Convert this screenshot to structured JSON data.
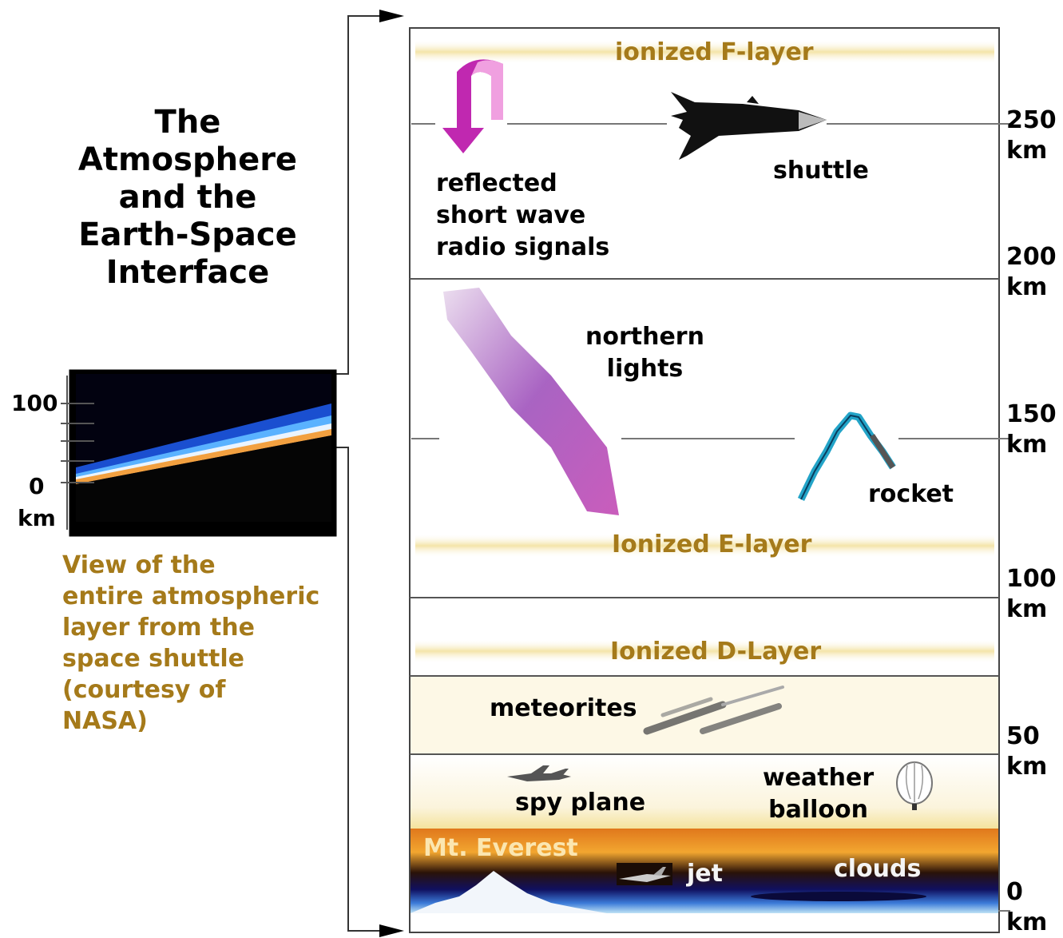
{
  "title": "The\nAtmosphere\nand the\nEarth-Space\nInterface",
  "inset": {
    "caption": "View of the\nentire atmospheric\nlayer from the\nspace shuttle\n(courtesy of\nNASA)",
    "tick_100": "100",
    "tick_0": "0",
    "tick_unit": "km"
  },
  "layers": {
    "f_layer": "ionized F-layer",
    "e_layer": "Ionized E-layer",
    "d_layer": "Ionized D-Layer"
  },
  "labels": {
    "radio": "reflected\nshort wave\nradio signals",
    "shuttle": "shuttle",
    "northern_lights": "northern\nlights",
    "rocket": "rocket",
    "meteorites": "meteorites",
    "spy_plane": "spy plane",
    "weather_balloon": "weather\nballoon",
    "everest": "Mt. Everest",
    "jet": "jet",
    "clouds": "clouds"
  },
  "altitudes": {
    "a250": "250\nkm",
    "a200": "200\nkm",
    "a150": "150\nkm",
    "a100": "100\nkm",
    "a50": "50\nkm",
    "a0": "0\nkm"
  }
}
